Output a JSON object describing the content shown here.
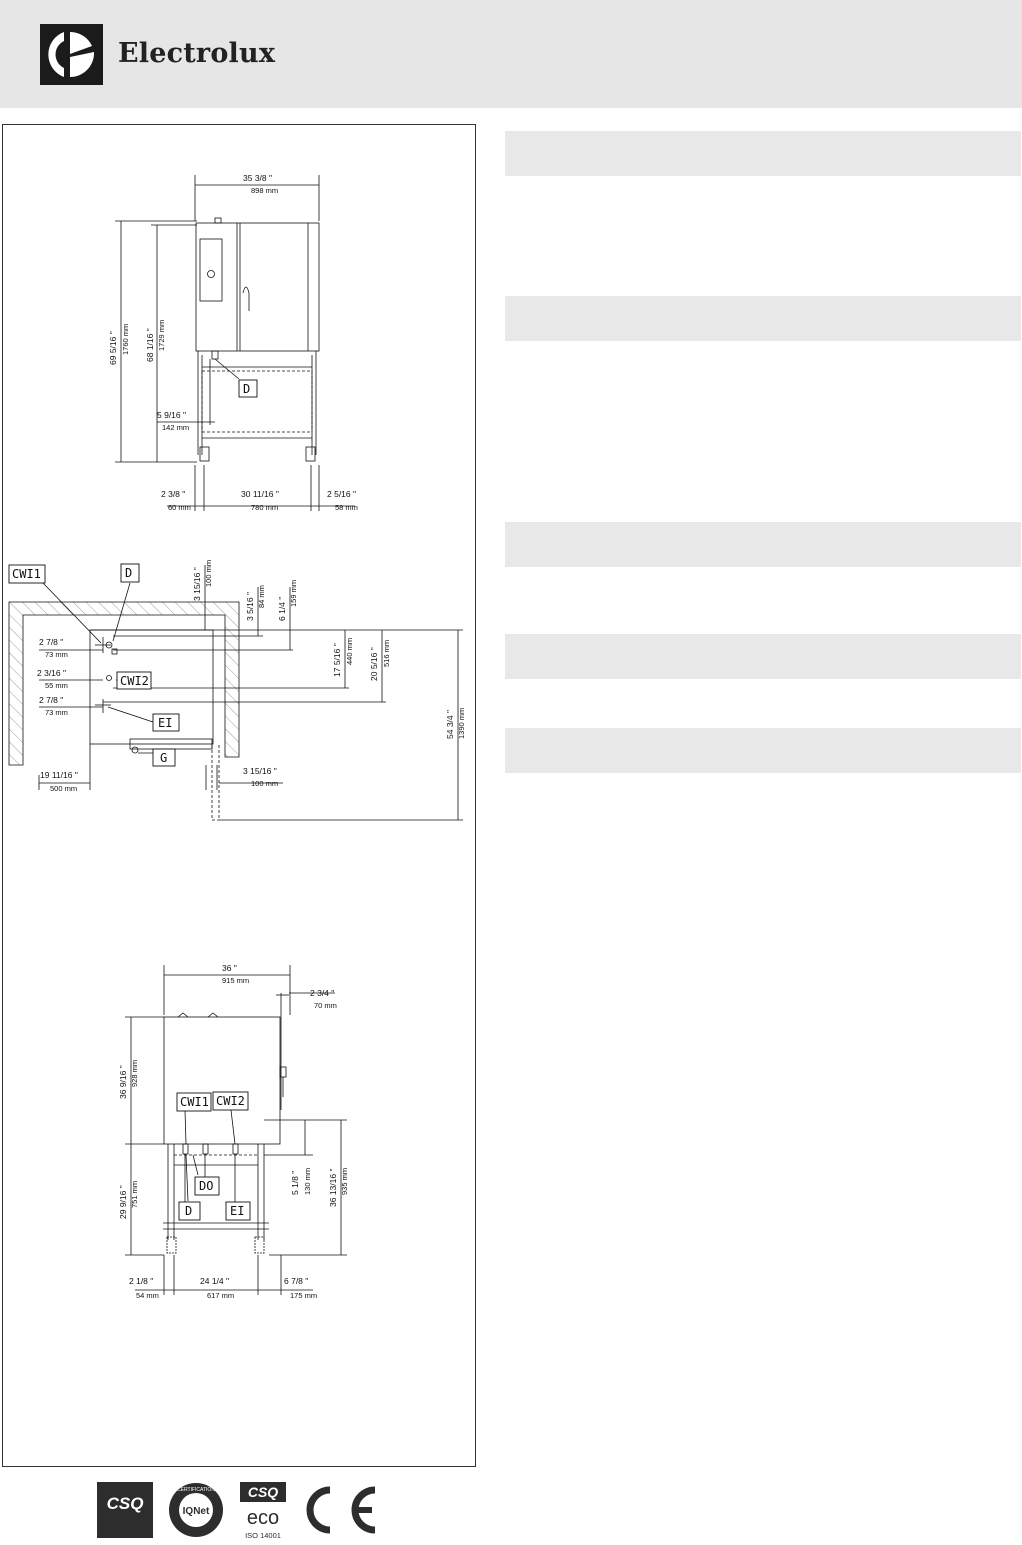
{
  "brand": {
    "name": "Electrolux",
    "logo_icon": "electrolux-logo-icon"
  },
  "drawings": {
    "front_view": {
      "dims": {
        "width_in": "35 3/8 \"",
        "width_mm": "898 mm",
        "height_total_in": "69 5/16 \"",
        "height_total_mm": "1760 mm",
        "height_body_in": "68 1/16 \"",
        "height_body_mm": "1729 mm",
        "d_height_in": "5 9/16 \"",
        "d_height_mm": "142 mm",
        "left_in": "2 3/8 \"",
        "left_mm": "60 mm",
        "mid_in": "30 11/16 \"",
        "mid_mm": "780 mm",
        "right_in": "2 5/16 \"",
        "right_mm": "58 mm"
      },
      "labels": {
        "d": "D"
      }
    },
    "top_view": {
      "dims": {
        "top_in": "3 15/16 \"",
        "top_mm": "100 mm",
        "a_in": "3 5/16 \"",
        "a_mm": "84 mm",
        "b_in": "6 1/4 \"",
        "b_mm": "159 mm",
        "c_in": "17 5/16 \"",
        "c_mm": "440 mm",
        "d_in": "20 5/16 \"",
        "d_mm": "516 mm",
        "e_in": "54 3/4 \"",
        "e_mm": "1390 mm",
        "l1_in": "2 7/8 \"",
        "l1_mm": "73 mm",
        "l2_in": "2 3/16 \"",
        "l2_mm": "55 mm",
        "l3_in": "2 7/8 \"",
        "l3_mm": "73 mm",
        "bottom_left_in": "19 11/16 \"",
        "bottom_left_mm": "500 mm",
        "bottom_right_in": "3 15/16 \"",
        "bottom_right_mm": "100 mm"
      },
      "labels": {
        "cwi1": "CWI1",
        "cwi2": "CWI2",
        "d": "D",
        "ei": "EI",
        "g": "G"
      }
    },
    "side_view": {
      "dims": {
        "width_in": "36 \"",
        "width_mm": "915 mm",
        "handle_in": "2 3/4 \"",
        "handle_mm": "70 mm",
        "body_in": "36 9/16 \"",
        "body_mm": "928 mm",
        "stand_in": "29 9/16 \"",
        "stand_mm": "751 mm",
        "conn_in": "5 1/8 \"",
        "conn_mm": "130 mm",
        "total_in": "36 13/16 \"",
        "total_mm": "935 mm",
        "left_in": "2 1/8 \"",
        "left_mm": "54 mm",
        "mid_in": "24 1/4 \"",
        "mid_mm": "617 mm",
        "right_in": "6 7/8 \"",
        "right_mm": "175 mm"
      },
      "labels": {
        "cwi1": "CWI1",
        "cwi2": "CWI2",
        "do": "DO",
        "d": "D",
        "ei": "EI"
      }
    }
  },
  "certifications": [
    {
      "name": "CSQ",
      "icon": "csq-logo-icon"
    },
    {
      "name": "CERTIFICATION IQNet MANAGEMENT SYSTEM",
      "icon": "iqnet-logo-icon",
      "center": "IQNet",
      "ring": "CERTIFICATION"
    },
    {
      "name": "CSQ eco ISO 14001",
      "icon": "csq-eco-logo-icon",
      "top": "CSQ",
      "middle": "eco",
      "bottom": "ISO 14001"
    },
    {
      "name": "CE",
      "icon": "ce-mark-icon",
      "text": "CE"
    }
  ],
  "colors": {
    "header_bg": "#e6e6e6",
    "section_bar": "#e8e8e8",
    "logo_bg": "#1b1b1b"
  }
}
